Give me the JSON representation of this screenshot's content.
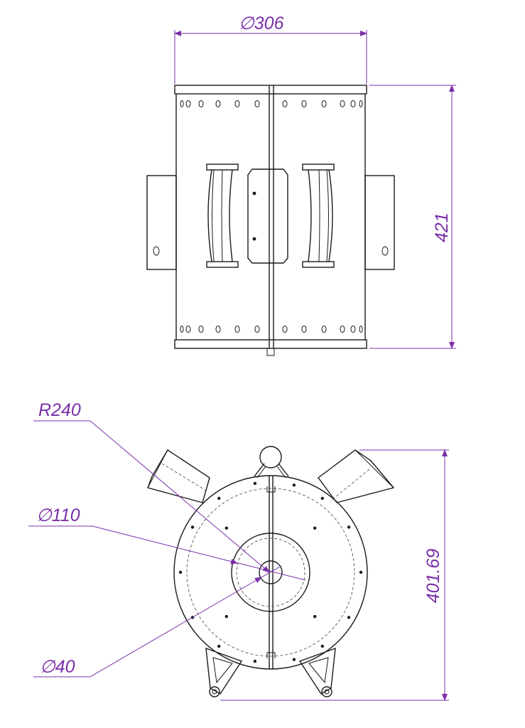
{
  "dimensions": {
    "top_width": "∅306",
    "top_height": "421",
    "radius": "R240",
    "inner_diameter": "∅110",
    "hole_diameter": "∅40",
    "bottom_height": "401.69"
  },
  "colors": {
    "line": "#1a1a1a",
    "dimension": "#7a2fa8"
  }
}
